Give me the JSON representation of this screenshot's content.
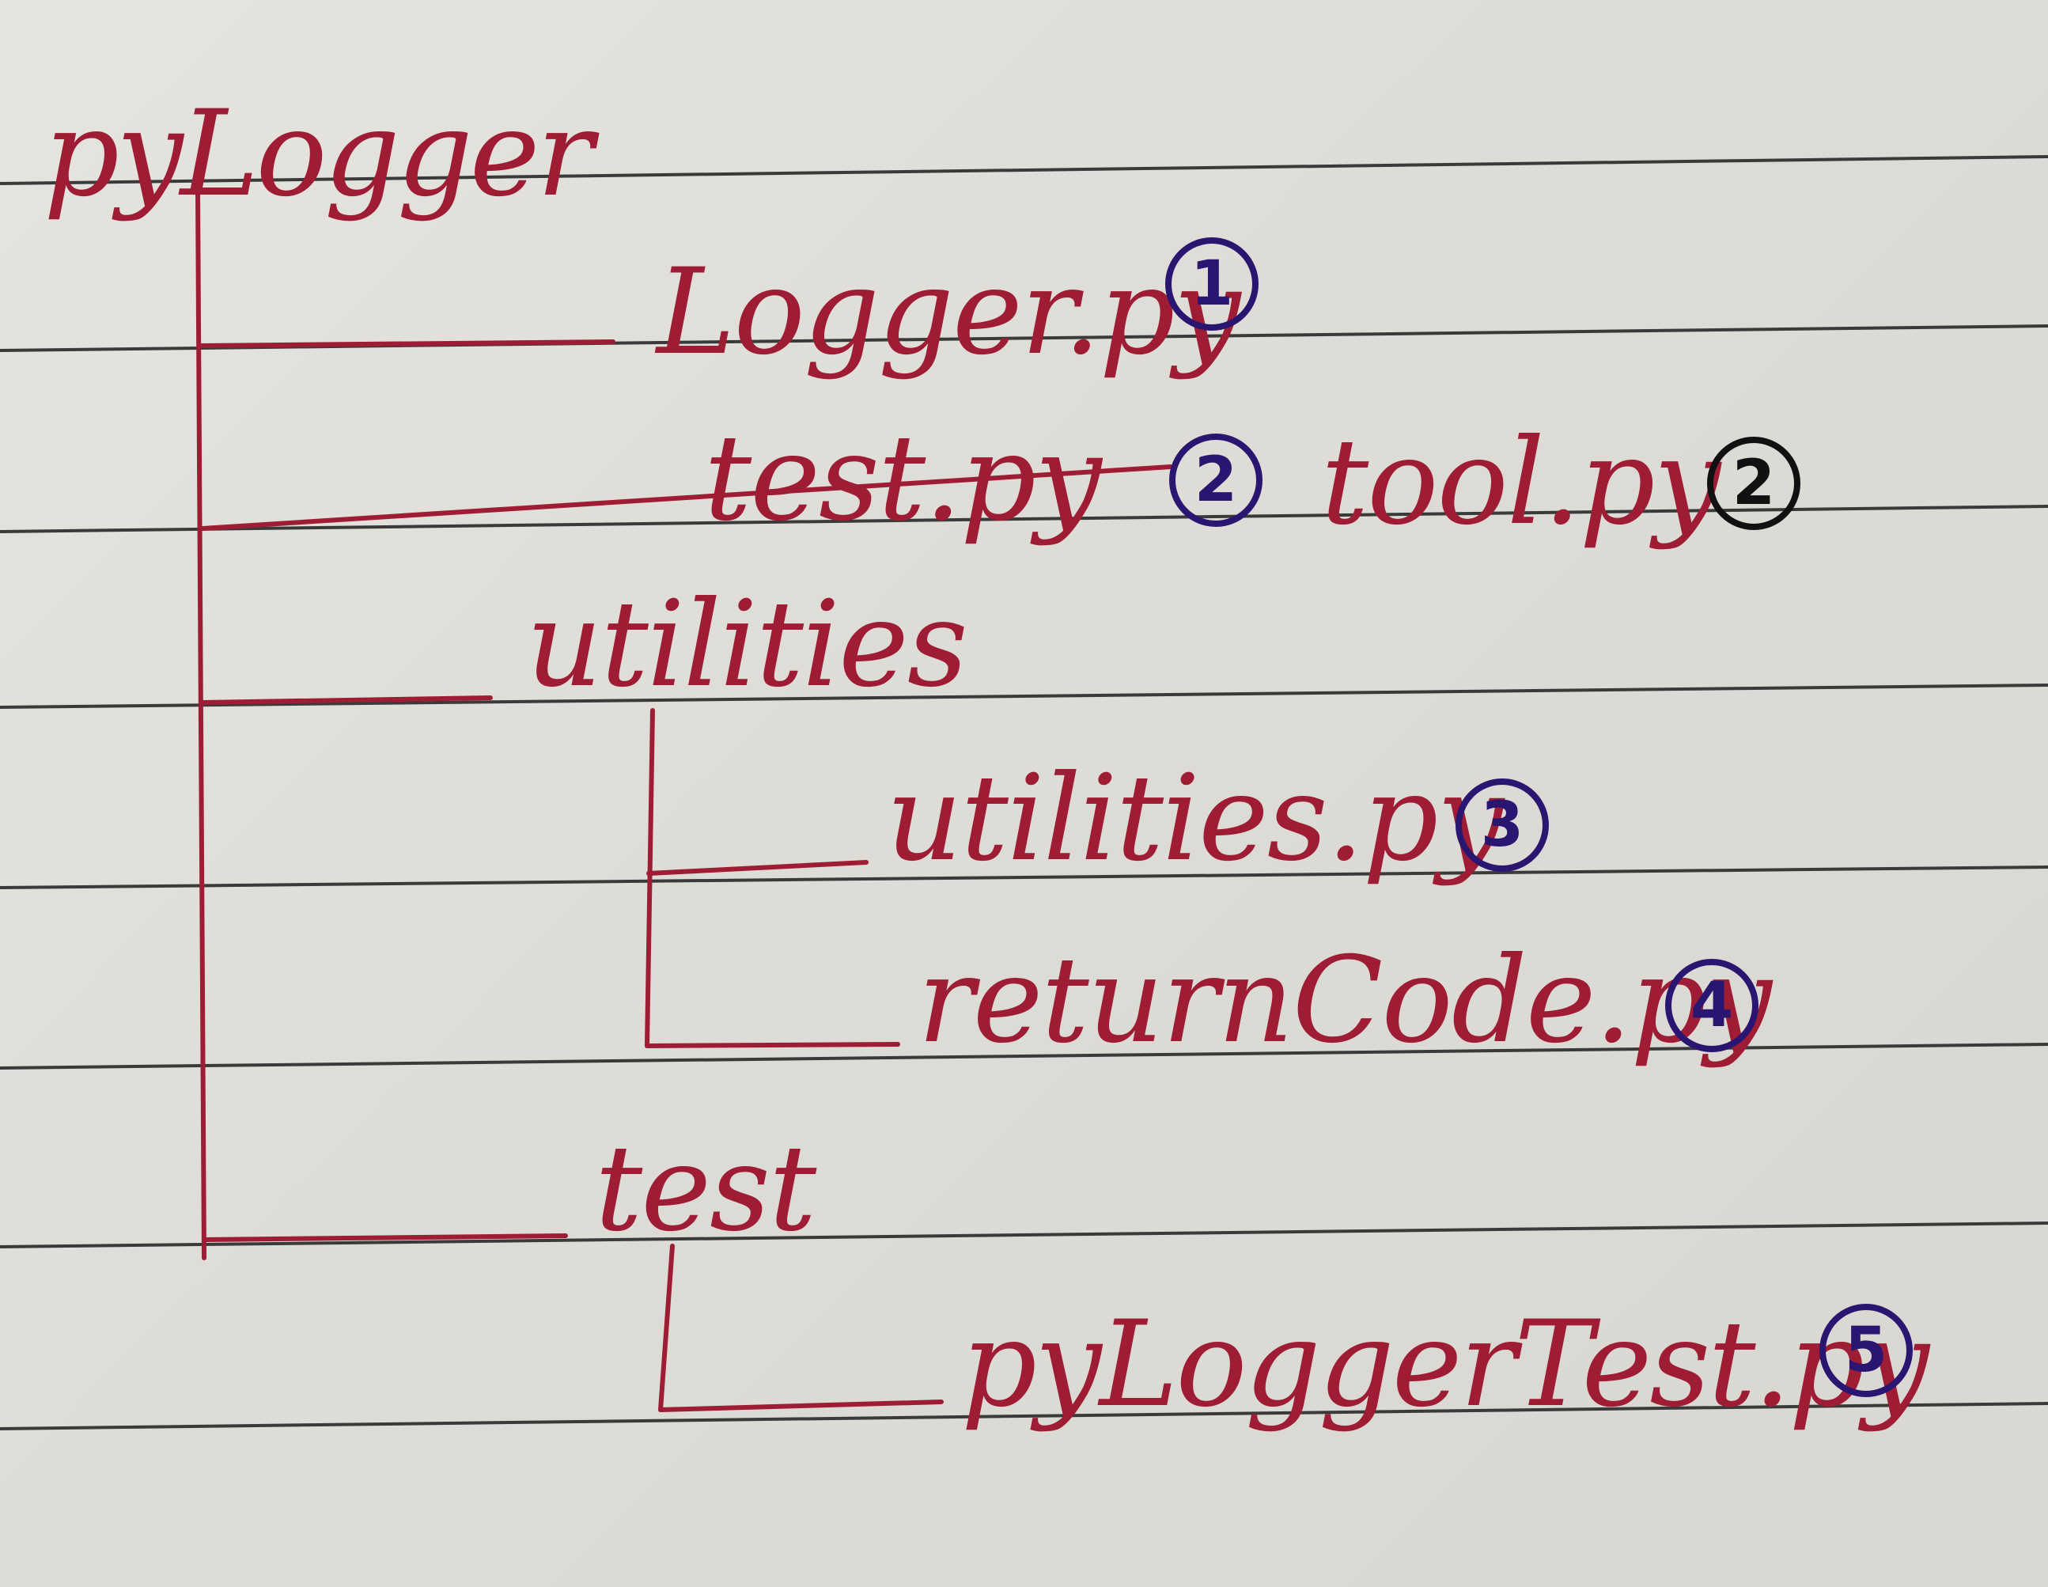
{
  "colors": {
    "ink": "#9e1d35",
    "badge_ink": "#2a1670",
    "badge_ink_black": "#111111",
    "rule_line": "#3a3a3a",
    "paper": "#e2e0db"
  },
  "tree": {
    "root": "pyLogger",
    "logger_file": {
      "name": "Logger.py",
      "number": "1"
    },
    "struck_file": {
      "name": "test.py",
      "number": "2",
      "struck": true
    },
    "replacement_file": {
      "name": "tool.py",
      "number": "2"
    },
    "utilities_folder": {
      "name": "utilities",
      "children": [
        {
          "name": "utilities.py",
          "number": "3"
        },
        {
          "name": "returnCode.py",
          "number": "4"
        }
      ]
    },
    "test_folder": {
      "name": "test",
      "children": [
        {
          "name": "pyLoggerTest.py",
          "number": "5"
        }
      ]
    }
  }
}
